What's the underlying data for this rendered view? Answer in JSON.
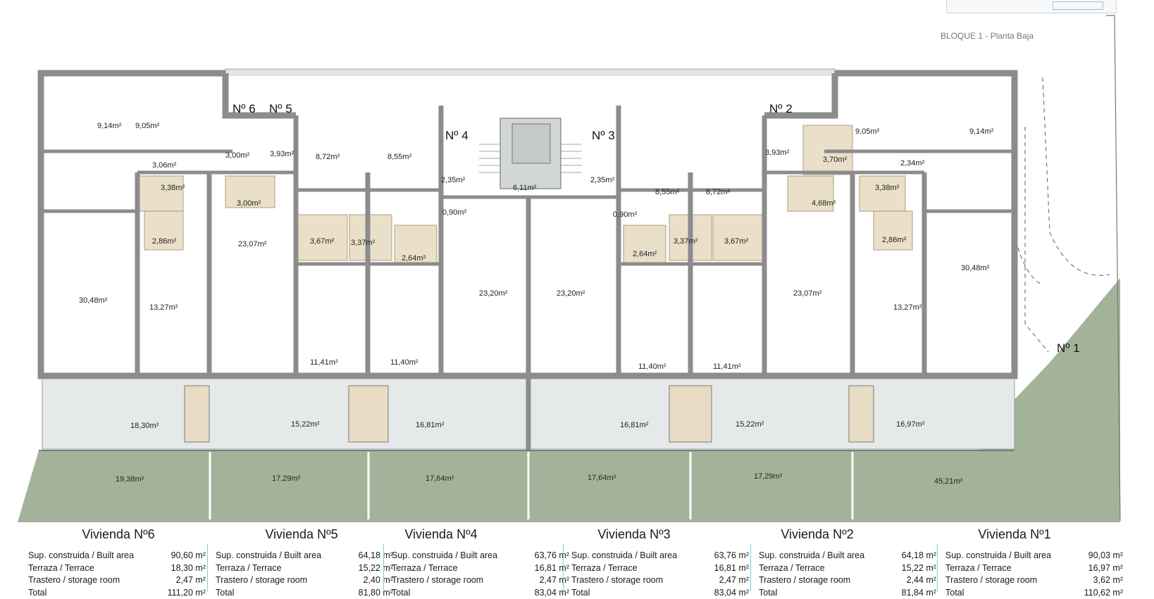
{
  "block_title": "BLOQUE 1 - Planta Baja",
  "unit_tags": [
    "Nº 6",
    "Nº 5",
    "Nº 4",
    "Nº 3",
    "Nº 2",
    "Nº 1"
  ],
  "room_labels": [
    "9,14m²",
    "9,05m²",
    "3,06m²",
    "3,00m²",
    "3,93m²",
    "3,38m²",
    "3,00m²",
    "2,86m²",
    "30,48m²",
    "13,27m²",
    "23,07m²",
    "8,72m²",
    "8,55m²",
    "3,67m²",
    "3,37m²",
    "2,64m²",
    "2,35m²",
    "0,90m²",
    "11,41m²",
    "11,40m²",
    "6,11m²",
    "23,20m²",
    "23,20m²",
    "2,35m²",
    "0,90m²",
    "8,55m²",
    "8,72m²",
    "2,64m²",
    "3,37m²",
    "3,67m²",
    "11,40m²",
    "11,41m²",
    "3,93m²",
    "3,70m²",
    "4,68m²",
    "23,07m²",
    "9,05m²",
    "9,14m²",
    "2,34m²",
    "3,38m²",
    "2,86m²",
    "30,48m²",
    "13,27m²"
  ],
  "terrace_labels": [
    "18,30m²",
    "15,22m²",
    "16,81m²",
    "16,81m²",
    "15,22m²",
    "16,97m²"
  ],
  "garden_labels": [
    "19,38m²",
    "17,29m²",
    "17,64m²",
    "17,64m²",
    "17,29m²",
    "45,21m²"
  ],
  "units": [
    {
      "title": "Vivienda Nº6",
      "rows": [
        {
          "label": "Sup. construida / Built area",
          "value": "90,60 m²"
        },
        {
          "label": "Terraza / Terrace",
          "value": "18,30 m²"
        },
        {
          "label": "Trastero / storage room",
          "value": "2,47 m²"
        },
        {
          "label": "Total",
          "value": "111,20 m²"
        }
      ]
    },
    {
      "title": "Vivienda Nº5",
      "rows": [
        {
          "label": "Sup. construida / Built area",
          "value": "64,18 m²"
        },
        {
          "label": "Terraza / Terrace",
          "value": "15,22 m²"
        },
        {
          "label": "Trastero / storage room",
          "value": "2,40 m²"
        },
        {
          "label": "Total",
          "value": "81,80 m²"
        }
      ]
    },
    {
      "title": "Vivienda Nº4",
      "rows": [
        {
          "label": "Sup. construida / Built area",
          "value": "63,76 m²"
        },
        {
          "label": "Terraza / Terrace",
          "value": "16,81 m²"
        },
        {
          "label": "Trastero / storage room",
          "value": "2,47 m²"
        },
        {
          "label": "Total",
          "value": "83,04 m²"
        }
      ]
    },
    {
      "title": "Vivienda Nº3",
      "rows": [
        {
          "label": "Sup. construida / Built area",
          "value": "63,76 m²"
        },
        {
          "label": "Terraza / Terrace",
          "value": "16,81 m²"
        },
        {
          "label": "Trastero / storage room",
          "value": "2,47 m²"
        },
        {
          "label": "Total",
          "value": "83,04 m²"
        }
      ]
    },
    {
      "title": "Vivienda Nº2",
      "rows": [
        {
          "label": "Sup. construida / Built area",
          "value": "64,18 m²"
        },
        {
          "label": "Terraza / Terrace",
          "value": "15,22 m²"
        },
        {
          "label": "Trastero / storage room",
          "value": "2,44 m²"
        },
        {
          "label": "Total",
          "value": "81,84 m²"
        }
      ]
    },
    {
      "title": "Vivienda Nº1",
      "rows": [
        {
          "label": "Sup. construida / Built area",
          "value": "90,03 m²"
        },
        {
          "label": "Terraza / Terrace",
          "value": "16,97 m²"
        },
        {
          "label": "Trastero / storage room",
          "value": "3,62 m²"
        },
        {
          "label": "Total",
          "value": "110,62 m²"
        }
      ]
    }
  ],
  "colors": {
    "wall": "#8c8c8c",
    "garden": "#a3b39a",
    "terrace": "#e6e9ea",
    "tile": "#e8dcc4",
    "bath": "#eadfc8"
  }
}
